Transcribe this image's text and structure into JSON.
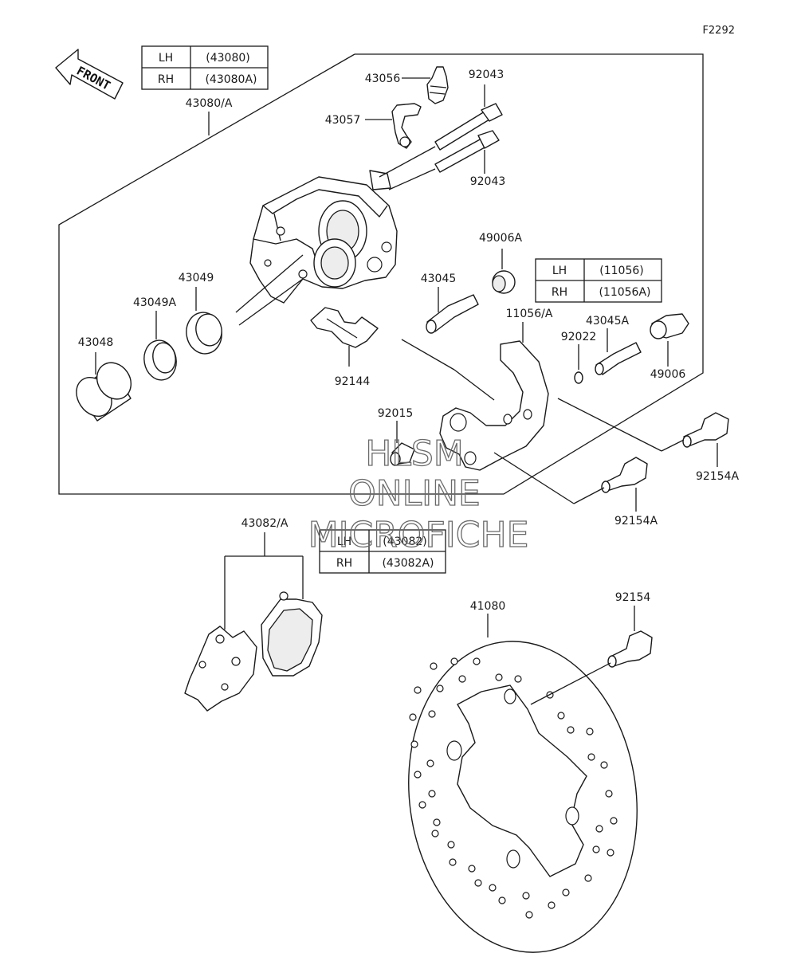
{
  "figure_id": "F2292",
  "front_arrow": "FRONT",
  "watermark": {
    "line1": "HLSM",
    "line2": "ONLINE",
    "line3": "MICROFICHE"
  },
  "tables": {
    "caliper": {
      "rows": [
        {
          "side": "LH",
          "part": "(43080)"
        },
        {
          "side": "RH",
          "part": "(43080A)"
        }
      ]
    },
    "bracket": {
      "rows": [
        {
          "side": "LH",
          "part": "(11056)"
        },
        {
          "side": "RH",
          "part": "(11056A)"
        }
      ]
    },
    "pads": {
      "rows": [
        {
          "side": "LH",
          "part": "(43082)"
        },
        {
          "side": "RH",
          "part": "(43082A)"
        }
      ]
    }
  },
  "labels": {
    "caliper_assy": "43080/A",
    "bleeder": "43056",
    "bleeder_cap": "43057",
    "pin_top": "92043",
    "pin_bottom": "92043",
    "seal_piston": "43049",
    "seal_dust": "43049A",
    "piston": "43048",
    "pad_spring": "92144",
    "boot_top": "49006A",
    "pin_bracket": "43045",
    "bracket": "11056/A",
    "clip": "92022",
    "pin_bracket_2": "43045A",
    "boot": "49006",
    "bolt_right": "92154A",
    "bolt_mid": "92154A",
    "bleeder_nut": "92015",
    "pads": "43082/A",
    "disc": "41080",
    "disc_bolt": "92154"
  }
}
